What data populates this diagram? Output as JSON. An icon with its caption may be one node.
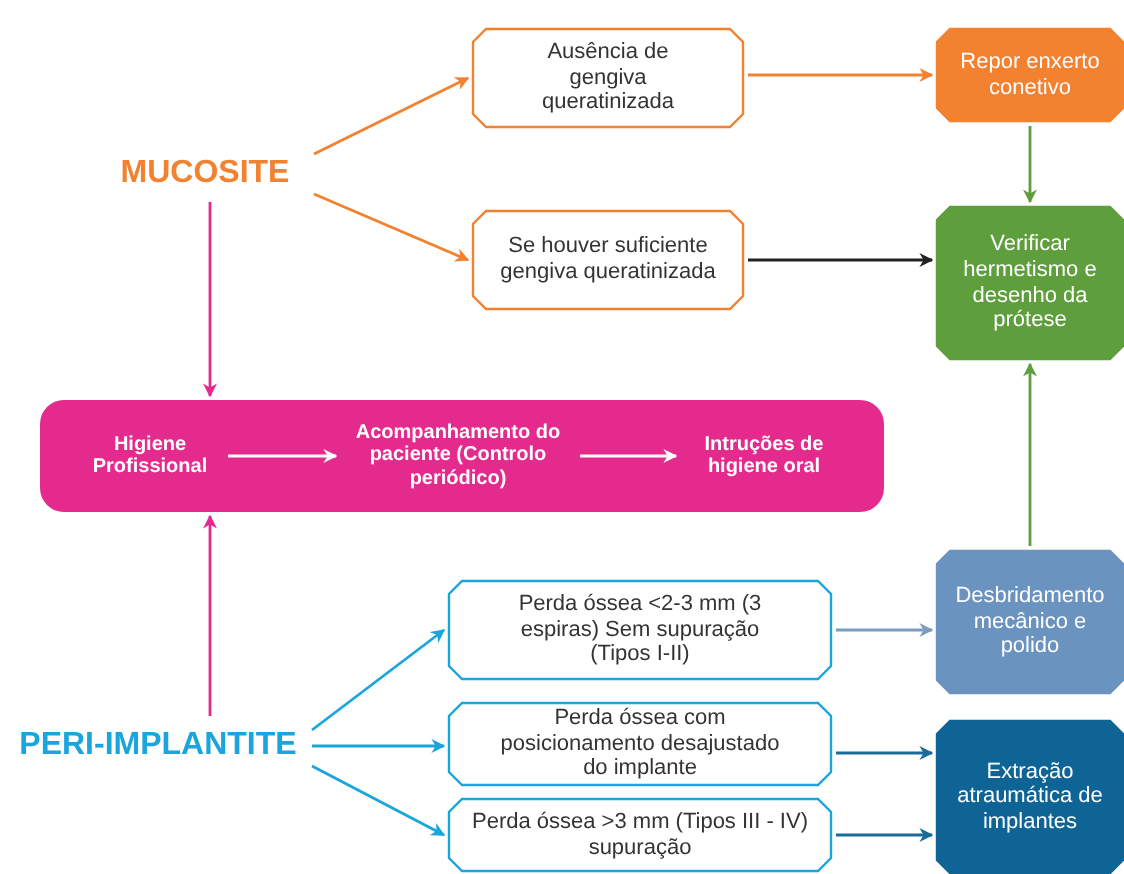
{
  "diagram": {
    "nodes": [
      {
        "text": [
          "MUCOSITE"
        ]
      },
      {
        "text": [
          "Ausência de gengiva queratinizada"
        ]
      },
      {
        "text": [
          "Se houver suficiente gengiva queratinizada"
        ]
      },
      {
        "text": [
          "Repor enxerto conetivo"
        ]
      },
      {
        "text": [
          "Verificar hermetismo e desenho da prótese"
        ]
      },
      {
        "text": [],
        "shape": "box"
      },
      {
        "text": [
          "Higiene Profissional"
        ],
        "in": 5
      },
      {
        "text": [
          "Acompanhamento do paciente (Controlo periódico)"
        ],
        "in": 5
      },
      {
        "text": [
          "Intruções de higiene oral"
        ],
        "in": 5
      },
      {
        "text": [
          "PERI-IMPLANTITE"
        ]
      },
      {
        "text": [
          "Perda óssea <2-3 mm (3 espiras) Sem supuração (Tipos I-II)"
        ]
      },
      {
        "text": [
          "Perda óssea com posicionamento desajustado do implante"
        ]
      },
      {
        "text": [
          "Perda óssea >3 mm (Tipos III - IV) supuração"
        ]
      },
      {
        "text": [
          "Desbridamento mecânico e polido"
        ]
      },
      {
        "text": [
          "Extração atraumática de implantes"
        ]
      }
    ],
    "edges": [
      {
        "from": 0,
        "to": 1,
        "arrow": "to",
        "color": "#f28130"
      },
      {
        "from": 0,
        "to": 2,
        "arrow": "to",
        "color": "#f28130"
      },
      {
        "from": 1,
        "to": 3,
        "arrow": "to",
        "color": "#f28130"
      },
      {
        "from": 2,
        "to": 4,
        "arrow": "to",
        "color": "#222222"
      },
      {
        "from": 3,
        "to": 4,
        "arrow": "to",
        "color": "#5e9e3c"
      },
      {
        "from": 0,
        "to": 5,
        "arrow": "to",
        "color": "#e52a8e"
      },
      {
        "from": 9,
        "to": 5,
        "arrow": "to",
        "color": "#e52a8e"
      },
      {
        "from": 13,
        "to": 4,
        "arrow": "to",
        "color": "#5e9e3c"
      },
      {
        "from": 6,
        "to": 7,
        "arrow": "to",
        "color": "#ffffff"
      },
      {
        "from": 7,
        "to": 8,
        "arrow": "to",
        "color": "#ffffff"
      },
      {
        "from": 9,
        "to": 10,
        "arrow": "to",
        "color": "#1aa5dc"
      },
      {
        "from": 9,
        "to": 11,
        "arrow": "to",
        "color": "#1aa5dc"
      },
      {
        "from": 9,
        "to": 12,
        "arrow": "to",
        "color": "#1aa5dc"
      },
      {
        "from": 10,
        "to": 13,
        "arrow": "to",
        "color": "#7a9cc0"
      },
      {
        "from": 11,
        "to": 14,
        "arrow": "to",
        "color": "#1a6a9a"
      },
      {
        "from": 12,
        "to": 14,
        "arrow": "to",
        "color": "#1a6a9a"
      }
    ]
  }
}
